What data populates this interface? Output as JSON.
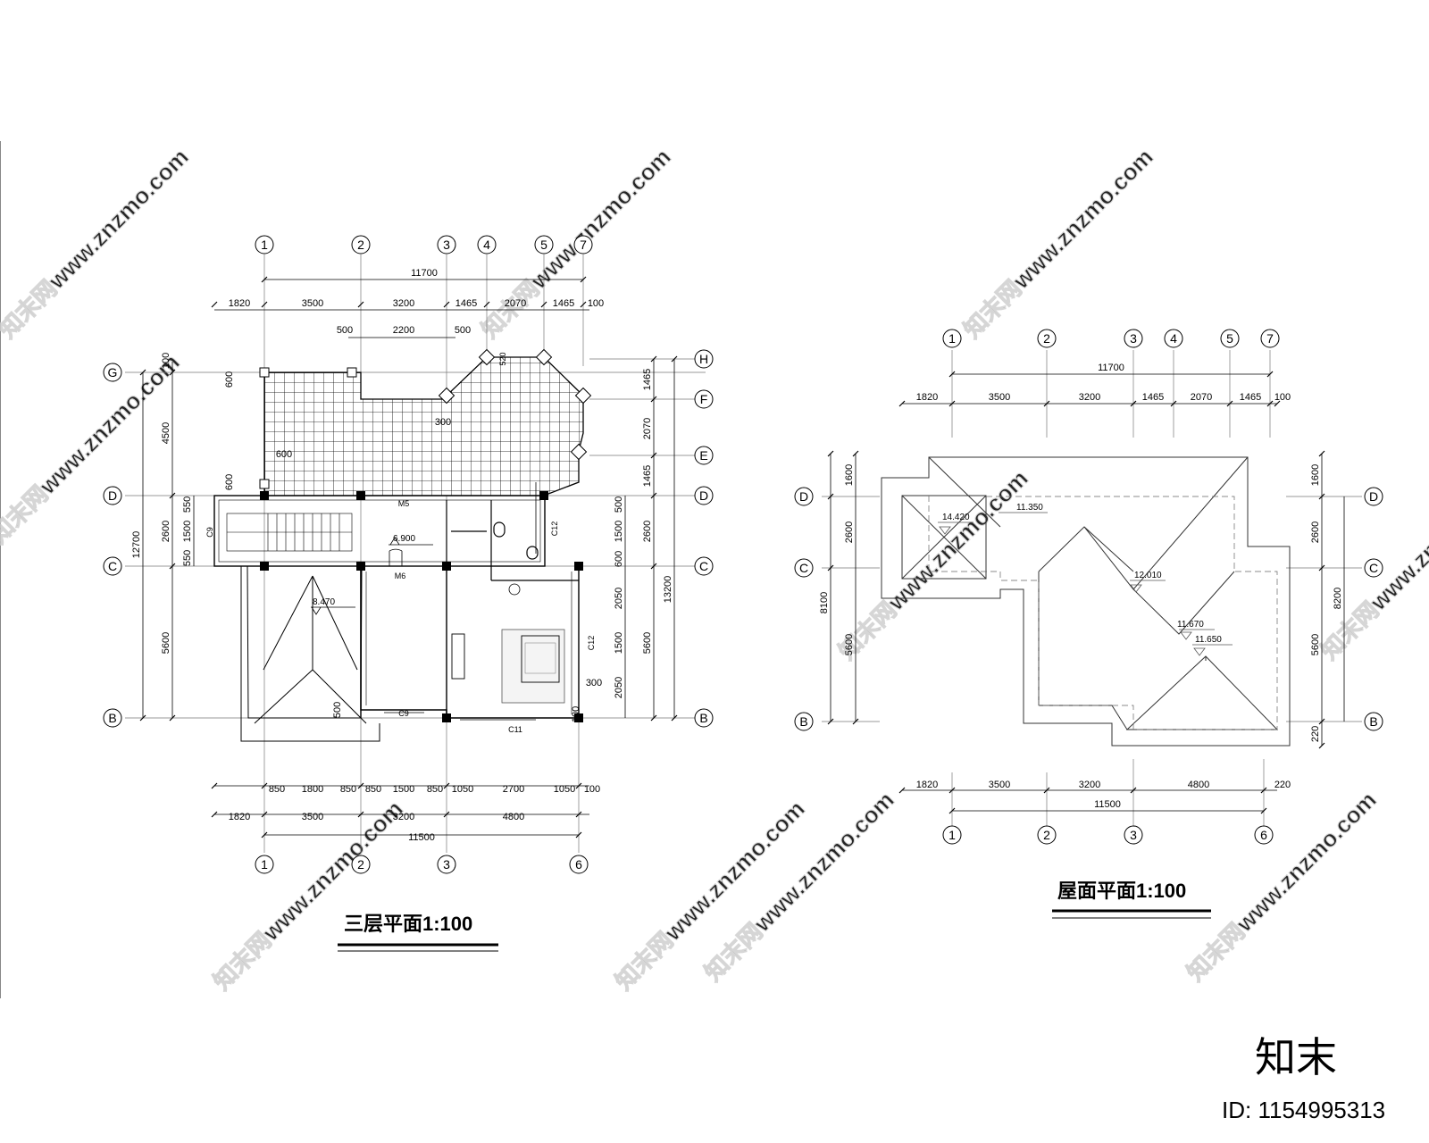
{
  "floor3": {
    "title": "三层平面1:100",
    "axes_top": [
      "1",
      "2",
      "3",
      "4",
      "5",
      "7"
    ],
    "axes_bottom": [
      "1",
      "2",
      "3",
      "6"
    ],
    "axes_left": [
      "G",
      "D",
      "C",
      "B"
    ],
    "axes_right": [
      "H",
      "F",
      "E",
      "D",
      "C",
      "B"
    ],
    "dim_top_total": "11700",
    "dim_top_row": [
      "1820",
      "3500",
      "3200",
      "1465",
      "2070",
      "1465",
      "100"
    ],
    "dim_top_sub": [
      "500",
      "2200",
      "500"
    ],
    "dim_bottom_row1": [
      "850",
      "1800",
      "850",
      "850",
      "1500",
      "850",
      "1050",
      "2700",
      "1050",
      "100"
    ],
    "dim_bottom_row2": [
      "1820",
      "3500",
      "3200",
      "4800"
    ],
    "dim_bottom_total": "11500",
    "dim_left_total": "12700",
    "dim_left_row": [
      "100",
      "4500",
      "2600",
      "5600"
    ],
    "dim_left_sub": [
      "550",
      "1500",
      "550"
    ],
    "dim_left_small": [
      "600",
      "600"
    ],
    "dim_right_total": "13200",
    "dim_right_row": [
      "1465",
      "2070",
      "1465",
      "2600",
      "5600"
    ],
    "dim_right_sub": [
      "500",
      "1500",
      "600",
      "2050",
      "1500",
      "2050",
      "100"
    ],
    "labels": [
      "M5",
      "M6",
      "C9",
      "C9",
      "C12",
      "C12",
      "C11",
      "300",
      "600",
      "520",
      "300",
      "500"
    ],
    "elevations": [
      "6.900",
      "8.470"
    ]
  },
  "roof": {
    "title": "屋面平面1:100",
    "axes_top": [
      "1",
      "2",
      "3",
      "4",
      "5",
      "7"
    ],
    "axes_bottom": [
      "1",
      "2",
      "3",
      "6"
    ],
    "axes_left": [
      "D",
      "C",
      "B"
    ],
    "axes_right": [
      "D",
      "C",
      "B"
    ],
    "dim_top_total": "11700",
    "dim_top_row": [
      "1820",
      "3500",
      "3200",
      "1465",
      "2070",
      "1465",
      "100"
    ],
    "dim_bottom_row": [
      "1820",
      "3500",
      "3200",
      "4800",
      "220"
    ],
    "dim_bottom_total": "11500",
    "dim_left_total": "8100",
    "dim_left_row": [
      "1600",
      "2600",
      "5600"
    ],
    "dim_right_total": "8200",
    "dim_right_row": [
      "1600",
      "2600",
      "5600",
      "220"
    ],
    "elevations": [
      "14.420",
      "11.350",
      "12.010",
      "11.670",
      "11.650"
    ]
  },
  "watermark": {
    "site": "知末网www.znzmo.com",
    "brand": "知末",
    "id": "ID: 1154995313"
  }
}
